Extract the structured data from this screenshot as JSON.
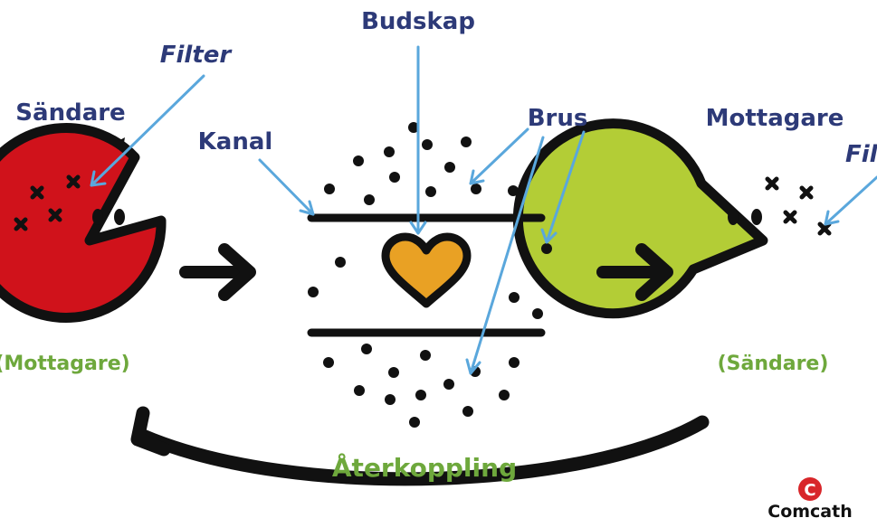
{
  "labels": {
    "message": "Budskap",
    "filter_left": "Filter",
    "sender": "Sändare",
    "channel": "Kanal",
    "noise": "Brus",
    "receiver": "Mottagare",
    "filter_right": "Filter",
    "sender_alt_role": "(Mottagare)",
    "receiver_alt_role": "(Sändare)",
    "feedback": "Återkoppling",
    "brand": "Comcath",
    "brand_mark": "C"
  },
  "colors": {
    "navy_label": "#2d3a78",
    "green_label": "#6ea83c",
    "sender_face": "#d0121b",
    "receiver_face": "#b3cd36",
    "heart": "#e9a124",
    "pointer": "#5aa7dc",
    "outline": "#111111",
    "brand_red": "#d8262a"
  }
}
